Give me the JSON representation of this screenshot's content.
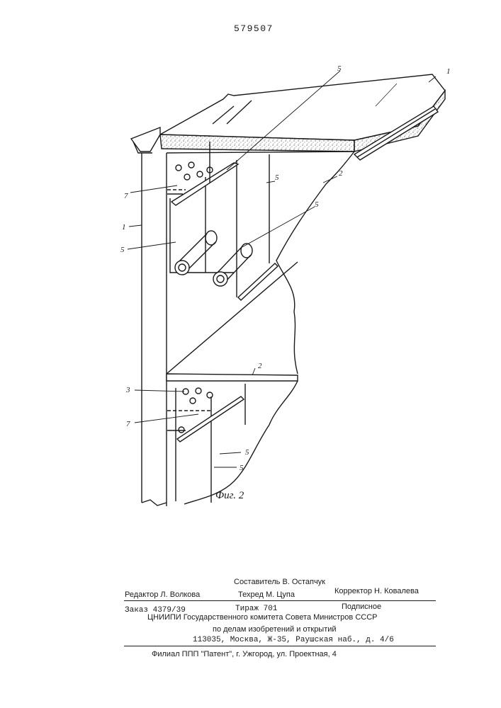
{
  "header": {
    "patent_number": "579507"
  },
  "figure": {
    "caption": "Фиг. 2",
    "labels": {
      "top_right_1": "1",
      "top_5": "5",
      "left_7_a": "7",
      "left_1": "1",
      "left_5": "5",
      "inner_5_a": "5",
      "inner_2_a": "2",
      "inner_5_b": "5",
      "left_3": "3",
      "left_7_b": "7",
      "inner_2_b": "2",
      "bottom_5_a": "5",
      "bottom_5_b": "5"
    }
  },
  "footer": {
    "compiler": "Составитель В. Остапчук",
    "editor": "Редактор Л. Волкова",
    "techred": "Техред М. Цупа",
    "corrector": "Корректор Н. Ковалева",
    "order": "Заказ 4379/39",
    "circulation": "Тираж 701",
    "subscription": "Подписное",
    "institute": "ЦНИИПИ Государственного комитета Совета Министров СССР",
    "affairs": "по делам изобретений и открытий",
    "address": "113035, Москва, Ж-35, Раушская наб., д. 4/6",
    "branch": "Филиал ППП \"Патент\", г. Ужгород, ул. Проектная, 4"
  }
}
